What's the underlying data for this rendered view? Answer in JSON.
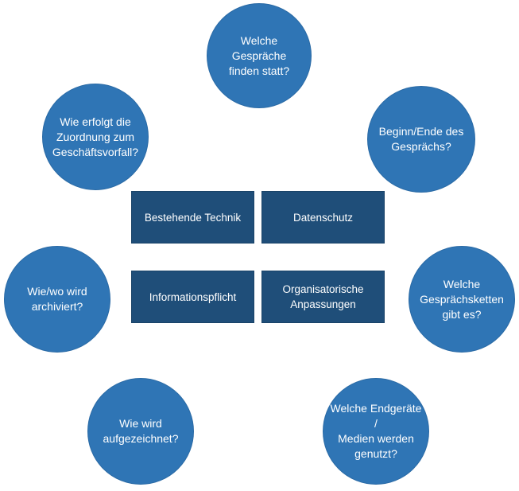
{
  "colors": {
    "circle_fill": "#2f75b5",
    "box_fill": "#1f4e79",
    "text": "#ffffff"
  },
  "circles": [
    {
      "label": "Welche Gespräche\nfinden statt?"
    },
    {
      "label": "Beginn/Ende des\nGesprächs?"
    },
    {
      "label": "Wie erfolgt die\nZuordnung zum\nGeschäftsvorfall?"
    },
    {
      "label": "Welche\nGesprächsketten\ngibt es?"
    },
    {
      "label": "Wie/wo wird\narchiviert?"
    },
    {
      "label": "Welche Endgeräte /\nMedien werden\ngenutzt?"
    },
    {
      "label": "Wie wird\naufgezeichnet?"
    }
  ],
  "boxes": [
    {
      "label": "Bestehende Technik"
    },
    {
      "label": "Datenschutz"
    },
    {
      "label": "Informationspflicht"
    },
    {
      "label": "Organisatorische\nAnpassungen"
    }
  ]
}
